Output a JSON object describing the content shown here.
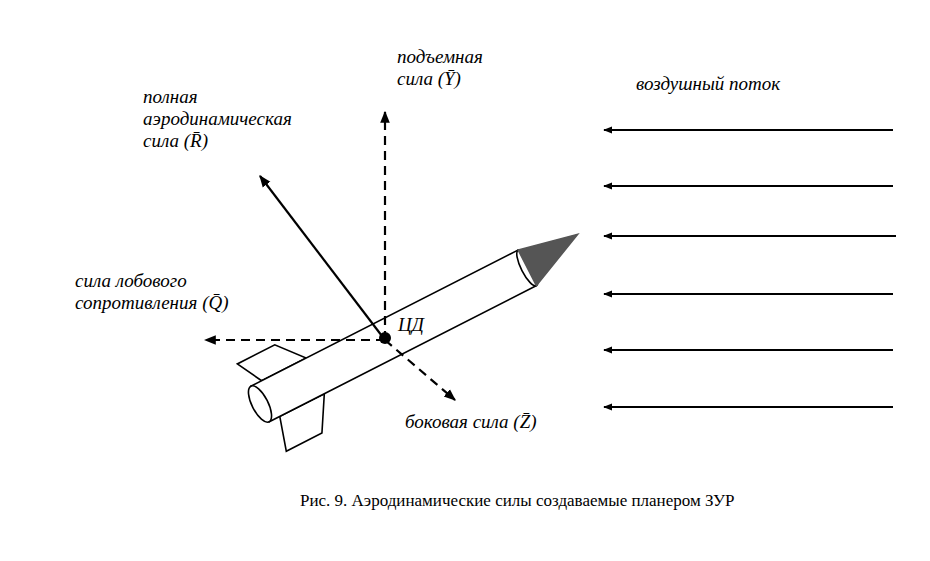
{
  "diagram": {
    "caption": "Рис. 9. Аэродинамические силы создаваемые планером ЗУР",
    "labels": [
      "подъемная сила (Ȳ)",
      "полная аэродинамическая сила (R̄)",
      "воздушный поток",
      "сила лобового сопротивления (Q̄)",
      "ЦД",
      "боковая сила (Z̄)"
    ]
  }
}
